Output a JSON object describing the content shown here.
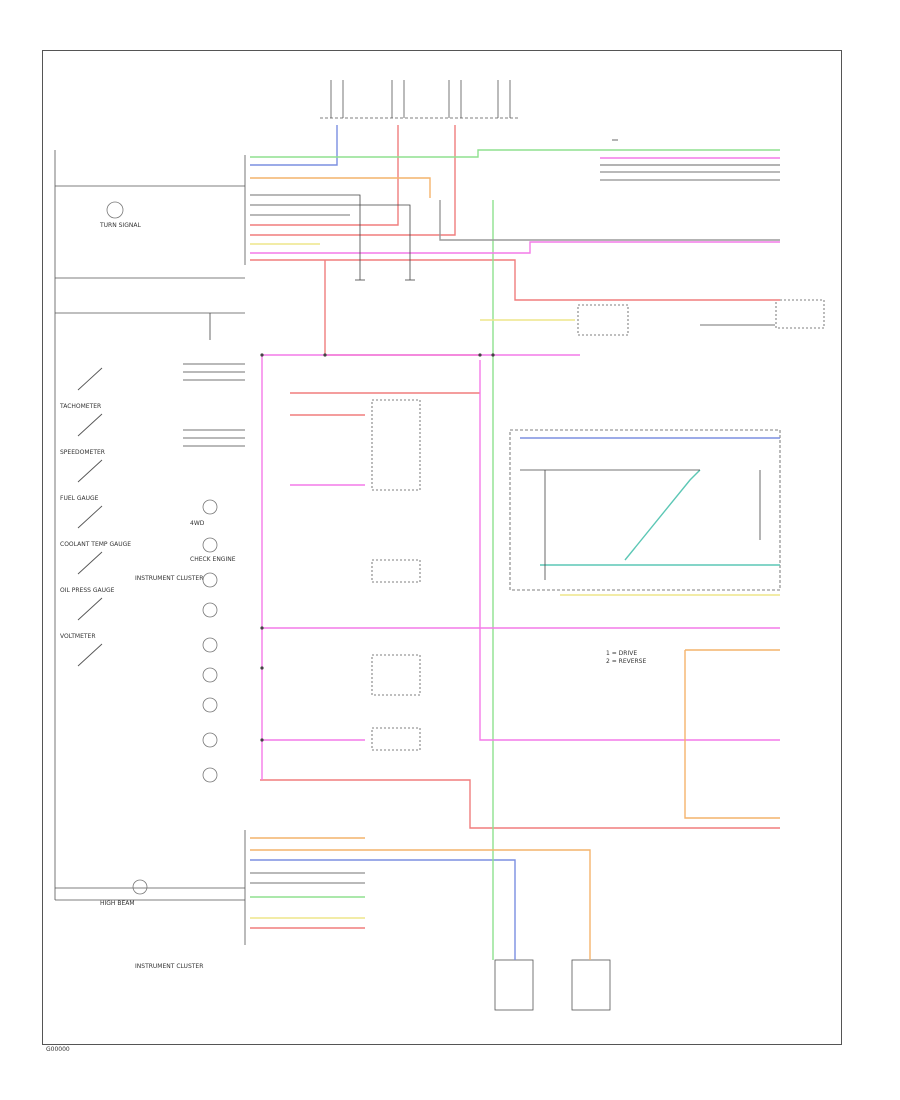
{
  "diagram": {
    "caption": "INSTRUMENT CLUSTER",
    "figure_code": "G00000",
    "left_panel": {
      "gauges": [
        "TACHOMETER",
        "SPEEDOMETER",
        "FUEL GAUGE",
        "COOLANT TEMP GAUGE",
        "OIL PRESS GAUGE",
        "VOLTMETER"
      ],
      "indicators": [
        "TURN SIGNAL",
        "HIGH BEAM",
        "4WD",
        "CHECK ENGINE"
      ],
      "module": "INSTRUMENT CLUSTER"
    },
    "wire_colors": {
      "blue": "#7b8fe0",
      "red": "#f07d7d",
      "pink": "#f47ae8",
      "green": "#8fe08f",
      "orange": "#f4b46c",
      "yellow": "#eee68a",
      "teal": "#5cc7b5",
      "gray": "#9a9a9a",
      "black": "#333333"
    },
    "legend": [
      "1 = DRIVE",
      "2 = REVERSE"
    ]
  }
}
